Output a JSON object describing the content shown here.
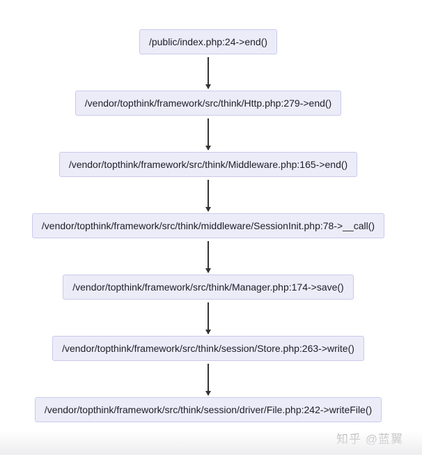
{
  "diagram": {
    "type": "flowchart",
    "direction": "top-down",
    "description": "PHP session write call stack trace",
    "nodes": [
      {
        "id": 1,
        "label": "/public/index.php:24->end()"
      },
      {
        "id": 2,
        "label": "/vendor/topthink/framework/src/think/Http.php:279->end()"
      },
      {
        "id": 3,
        "label": "/vendor/topthink/framework/src/think/Middleware.php:165->end()"
      },
      {
        "id": 4,
        "label": "/vendor/topthink/framework/src/think/middleware/SessionInit.php:78->__call()"
      },
      {
        "id": 5,
        "label": "/vendor/topthink/framework/src/think/Manager.php:174->save()"
      },
      {
        "id": 6,
        "label": "/vendor/topthink/framework/src/think/session/Store.php:263->write()"
      },
      {
        "id": 7,
        "label": "/vendor/topthink/framework/src/think/session/driver/File.php:242->writeFile()"
      }
    ],
    "edges": [
      {
        "from": 1,
        "to": 2
      },
      {
        "from": 2,
        "to": 3
      },
      {
        "from": 3,
        "to": 4
      },
      {
        "from": 4,
        "to": 5
      },
      {
        "from": 5,
        "to": 6
      },
      {
        "from": 6,
        "to": 7
      }
    ],
    "colors": {
      "node_background": "#ececf9",
      "node_border": "#c9c9ec",
      "node_text": "#20202b",
      "arrow": "#333333",
      "page_background": "#ffffff",
      "bottom_fade": "#efeff1"
    }
  },
  "watermark": {
    "text": "知乎 @蓝翼",
    "color": "#b9b9ba"
  }
}
